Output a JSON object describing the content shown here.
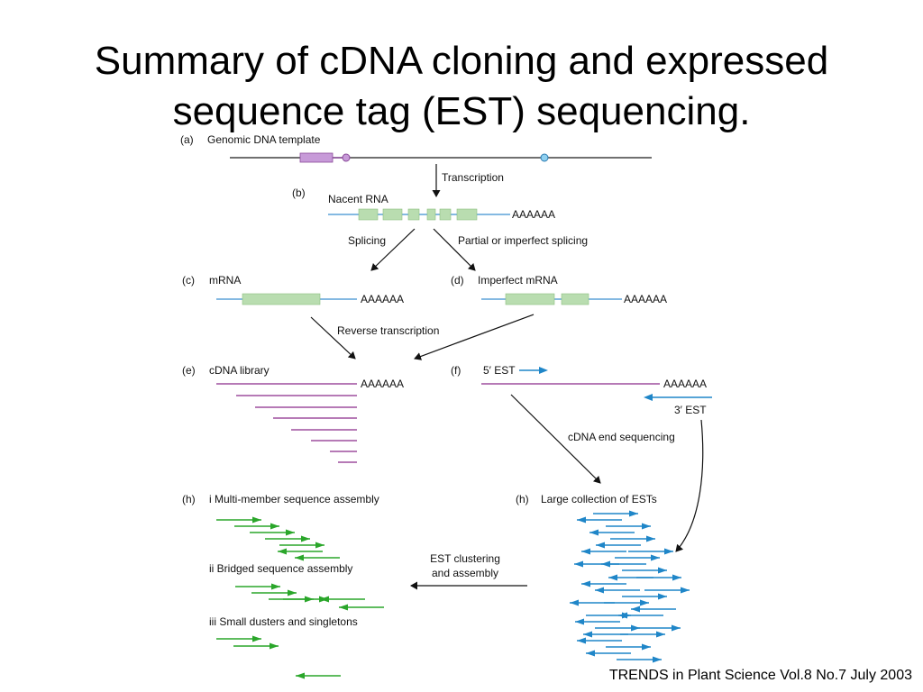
{
  "title": {
    "line1": "Summary of cDNA cloning and expressed",
    "line2": "sequence tag (EST) sequencing."
  },
  "caption": "TRENDS in Plant Science Vol.8 No.7 July 2003",
  "colors": {
    "genomic_line": "#1a1a1a",
    "rna_line": "#3a8fd0",
    "exon_fill": "#b9ddb0",
    "intron_purple": "#c79ad8",
    "cdna_purple": "#8a2a8a",
    "est_green": "#2aa62a",
    "est_blue": "#1f86c8"
  },
  "panels": {
    "a": {
      "letter": "(a)",
      "label": "Genomic DNA template"
    },
    "b": {
      "letter": "(b)",
      "label": "Nacent RNA",
      "polya": "AAAAAA"
    },
    "c": {
      "letter": "(c)",
      "label": "mRNA",
      "polya": "AAAAAA"
    },
    "d": {
      "letter": "(d)",
      "label": "Imperfect mRNA",
      "polya": "AAAAAA"
    },
    "e": {
      "letter": "(e)",
      "label": "cDNA library",
      "polya": "AAAAAA"
    },
    "f": {
      "letter": "(f)",
      "label_5": "5′ EST",
      "label_3": "3′ EST",
      "polya": "AAAAAA"
    },
    "h_left": {
      "letter": "(h)",
      "i": "i Multi-member sequence assembly",
      "ii": "ii Bridged sequence assembly",
      "iii": "iii Small dusters and singletons"
    },
    "h_right": {
      "letter": "(h)",
      "label": "Large collection of ESTs"
    }
  },
  "steps": {
    "transcription": "Transcription",
    "splicing": "Splicing",
    "partial_splicing": "Partial or imperfect splicing",
    "reverse_transcription": "Reverse transcription",
    "end_sequencing": "cDNA end sequencing",
    "clustering_line1": "EST clustering",
    "clustering_line2": "and assembly"
  }
}
